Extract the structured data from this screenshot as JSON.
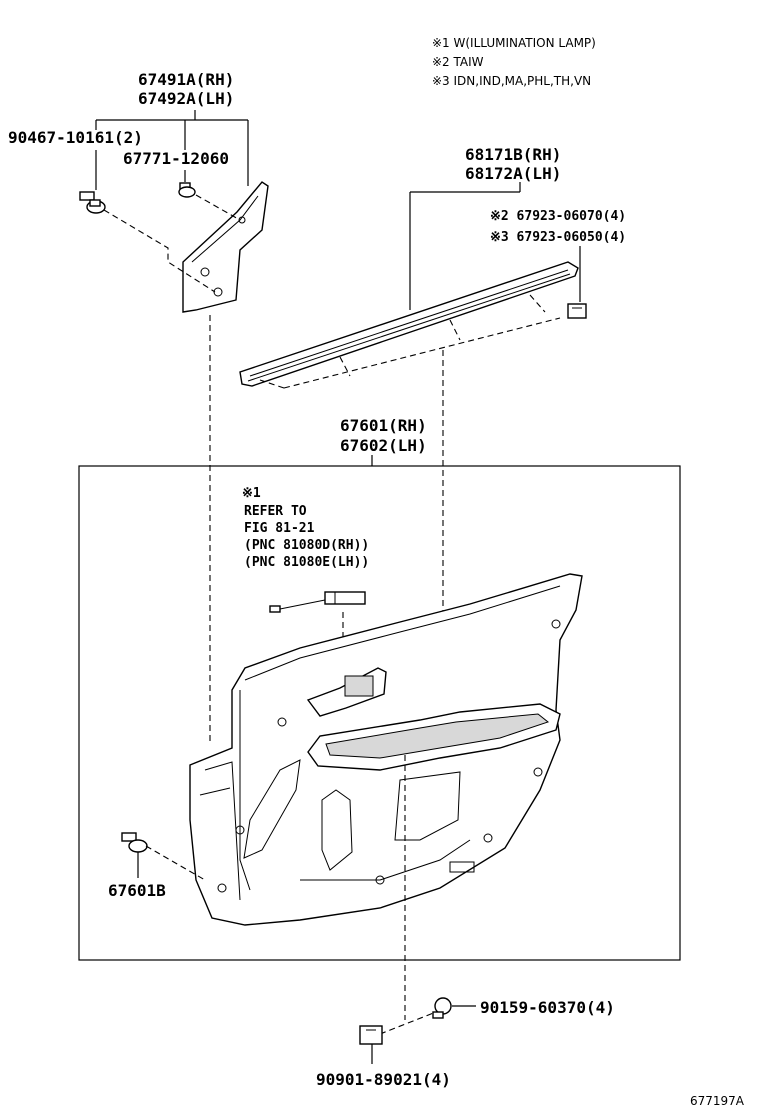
{
  "notes": [
    "※1 W(ILLUMINATION LAMP)",
    "※2 TAIW",
    "※3 IDN,IND,MA,PHL,TH,VN"
  ],
  "parts": {
    "garnish_rh": "67491A(RH)",
    "garnish_lh": "67492A(LH)",
    "clip_a": "90467-10161(2)",
    "clip_b": "67771-12060",
    "weatherstrip_rh": "68171B(RH)",
    "weatherstrip_lh": "68172A(LH)",
    "clip_taiw": "※2 67923-06070(4)",
    "clip_asia": "※3 67923-06050(4)",
    "panel_rh": "67601(RH)",
    "panel_lh": "67602(LH)",
    "panel_clip": "67601B",
    "screw": "90159-60370(4)",
    "cap": "90901-89021(4)"
  },
  "refer": {
    "mark": "※1",
    "line1": "REFER TO",
    "line2": "FIG 81-21",
    "line3": "(PNC 81080D(RH))",
    "line4": "(PNC 81080E(LH))"
  },
  "figure_code": "677197A"
}
